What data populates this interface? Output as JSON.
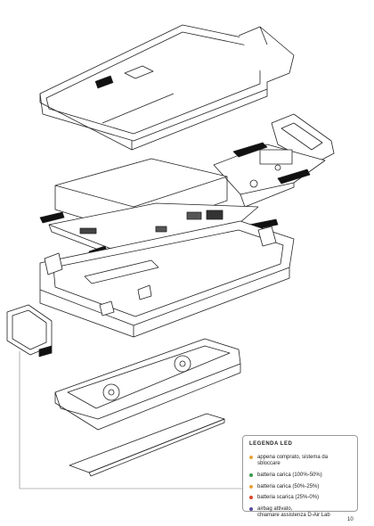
{
  "legend": {
    "title": "LEGENDA LED",
    "items": [
      {
        "label": "appena comprato, sistema da sbloccare",
        "color": "#e8a33a"
      },
      {
        "label": "batteria carica (100%-50%)",
        "color": "#3a9a4a"
      },
      {
        "label": "batteria carica (50%-25%)",
        "color": "#e8a33a"
      },
      {
        "label": "batteria scarica (25%-0%)",
        "color": "#d9452b"
      },
      {
        "label": "airbag attivato,\nchiamare assistenza D-Air Lab",
        "color": "#5a4a9a"
      }
    ]
  },
  "page_number": "10"
}
